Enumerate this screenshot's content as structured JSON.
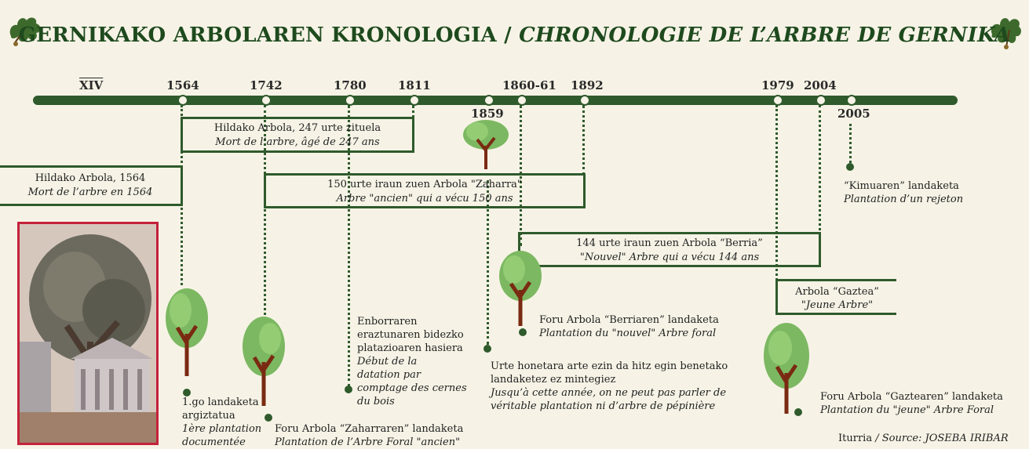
{
  "title_basque": "GERNIKAKO ARBOLAREN KRONOLOGIA / ",
  "title_french": "CHRONOLOGIE DE L’ARBRE DE GERNIKA",
  "years": {
    "xiv": "XIV",
    "y1564": "1564",
    "y1742": "1742",
    "y1780": "1780",
    "y1811": "1811",
    "y1859": "1859",
    "y1860": "1860-61",
    "y1892": "1892",
    "y1979": "1979",
    "y2004": "2004",
    "y2005": "2005"
  },
  "boxes": {
    "died247_eu": "Hildako Arbola, 247 urte zituela",
    "died247_fr": "Mort de l’arbre, âgé de 247 ans",
    "died1564_eu": "Hildako Arbola, 1564",
    "died1564_fr": "Mort de l’arbre en 1564",
    "old150_eu": "150 urte iraun zuen Arbola \"Zaharra\"",
    "old150_fr": "Arbre \"ancien\" qui a vécu 150 ans",
    "new144_eu": "144 urte iraun zuen Arbola “Berria”",
    "new144_fr": "\"Nouvel\" Arbre qui a vécu 144 ans",
    "young_eu": "Arbola “Gaztea”",
    "young_fr": "\"Jeune Arbre\""
  },
  "events": {
    "kimua_eu": "“Kimuaren” landaketa",
    "kimua_fr": "Plantation d’un rejeton",
    "first_eu_1": "1.go landaketa",
    "first_eu_2": "argiztatua",
    "first_fr_1": "1ère plantation",
    "first_fr_2": "documentée",
    "zaharra_eu": "Foru Arbola “Zaharraren” landaketa",
    "zaharra_fr": "Plantation de l’Arbre Foral \"ancien\"",
    "dating_eu_1": "Enborraren",
    "dating_eu_2": "eraztunaren bidezko",
    "dating_eu_3": "platazioaren hasiera",
    "dating_fr_1": "Début de la",
    "dating_fr_2": "datation par",
    "dating_fr_3": "comptage des cernes",
    "dating_fr_4": "du bois",
    "berria_eu": "Foru Arbola “Berriaren” landaketa",
    "berria_fr": "Plantation du \"nouvel\" Arbre foral",
    "nursery_eu_1": "Urte honetara arte ezin da hitz egin benetako",
    "nursery_eu_2": "landaketez ez mintegiez",
    "nursery_fr_1": "Jusqu’à cette année, on ne peut pas parler de",
    "nursery_fr_2": "véritable plantation ni d’arbre de pépinière",
    "gaztea_eu": "Foru Arbola “Gaztearen” landaketa",
    "gaztea_fr": "Plantation du  \"jeune\" Arbre Foral"
  },
  "source_label": "Iturria ",
  "source_value": "/ Source: JOSEBA IRIBAR"
}
